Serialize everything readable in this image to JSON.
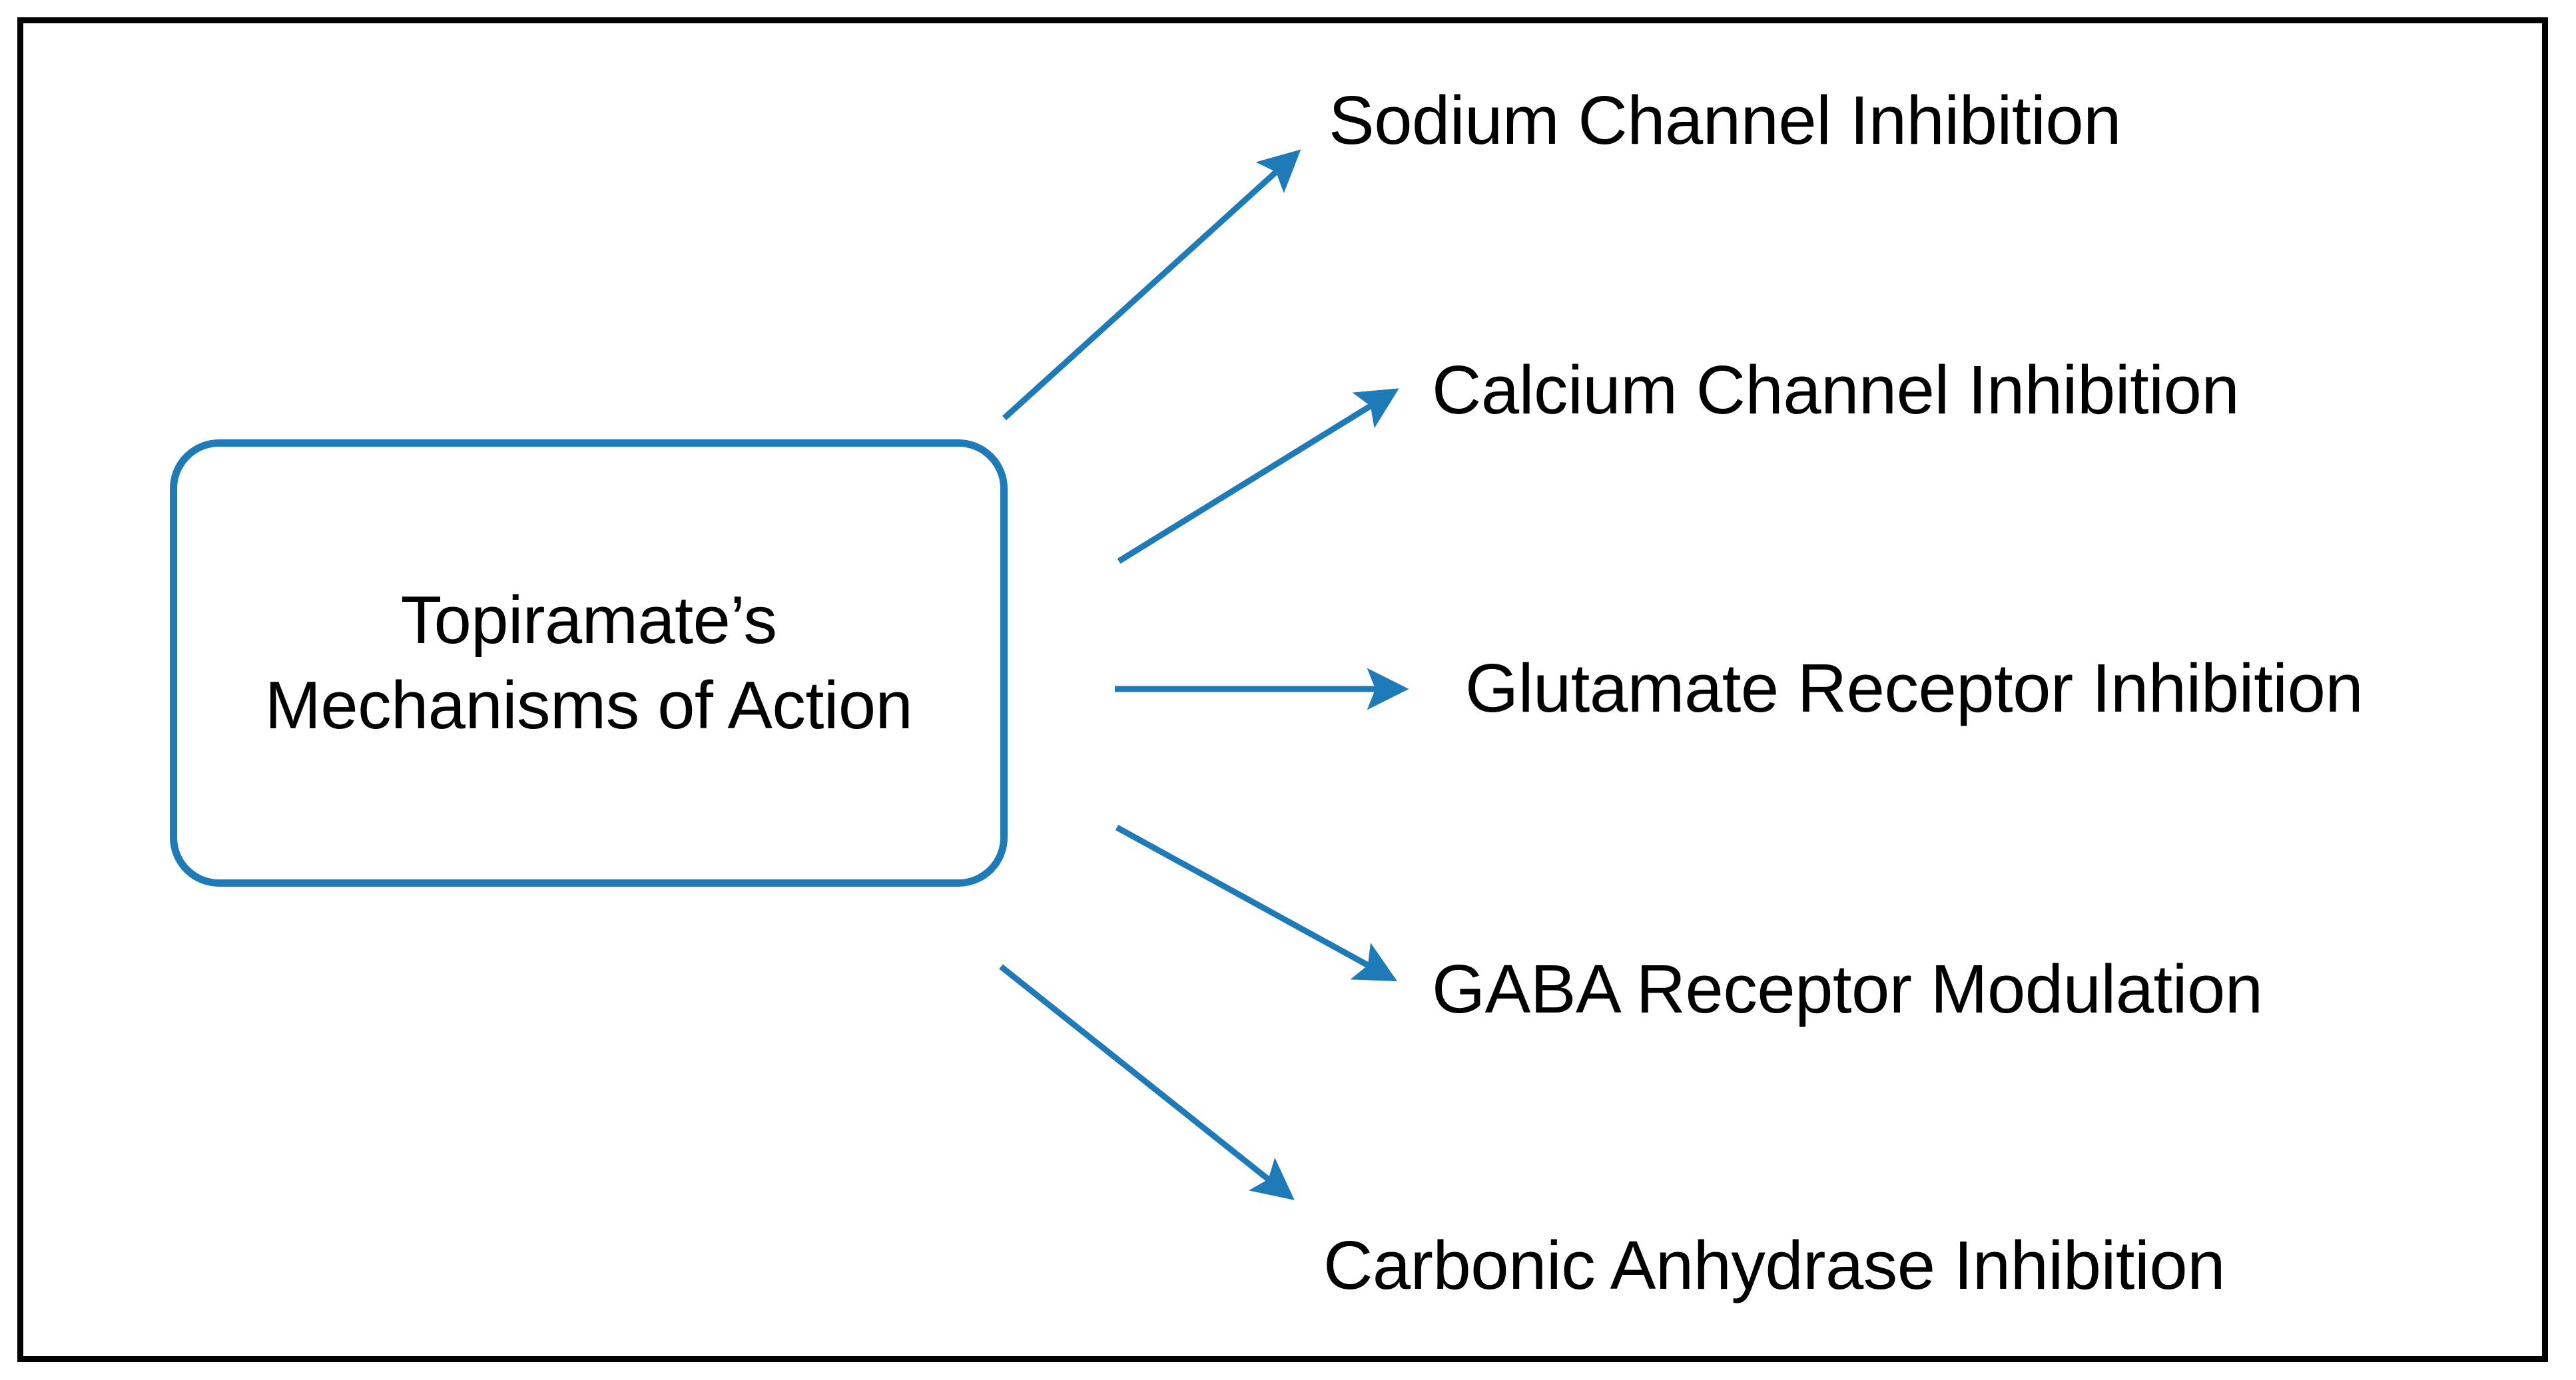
{
  "diagram": {
    "type": "radial-fan-flowchart",
    "title": "Topiramate's Mechanisms of Action",
    "frame": {
      "border_color": "#000000",
      "background_color": "#ffffff"
    },
    "central_node": {
      "lines": [
        "Topiramate’s",
        "Mechanisms of Action"
      ],
      "border_color": "#1F7AB8",
      "fill_color": "#ffffff",
      "text_color": "#000000",
      "shape": "rounded-rectangle"
    },
    "arrow_color": "#1F7AB8",
    "nodes": [
      {
        "id": "sodium-channel-inhibition",
        "label": "Sodium Channel Inhibition",
        "arrow_direction": "up-right"
      },
      {
        "id": "calcium-channel-inhibition",
        "label": "Calcium Channel Inhibition",
        "arrow_direction": "up-right"
      },
      {
        "id": "glutamate-receptor-inhibition",
        "label": "Glutamate Receptor Inhibition",
        "arrow_direction": "right"
      },
      {
        "id": "gaba-receptor-modulation",
        "label": "GABA Receptor Modulation",
        "arrow_direction": "down-right"
      },
      {
        "id": "carbonic-anhydrase-inhibition",
        "label": "Carbonic Anhydrase Inhibition",
        "arrow_direction": "down-right"
      }
    ]
  }
}
